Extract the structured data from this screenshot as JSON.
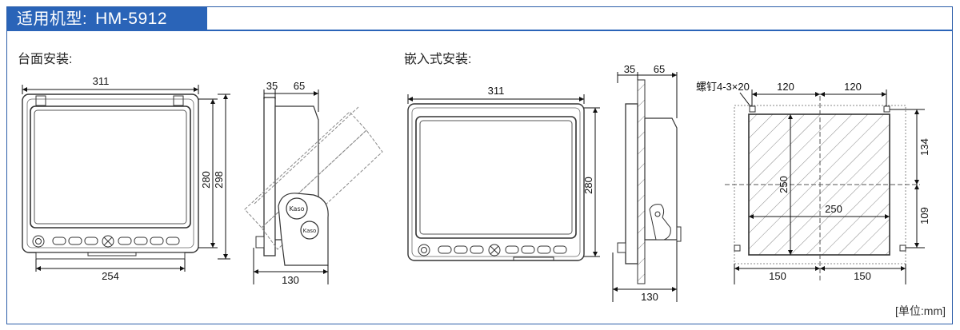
{
  "header": {
    "prefix": "适用机型:",
    "model": "HM-5912"
  },
  "sections": {
    "desk": "台面安装:",
    "flush": "嵌入式安装:"
  },
  "unit_label": "[单位:mm]",
  "brand_text": "Kaso",
  "dims": {
    "desk_front_width": "311",
    "desk_front_base": "254",
    "desk_front_h1": "280",
    "desk_front_h2": "298",
    "desk_side_a": "35",
    "desk_side_b": "65",
    "desk_side_depth": "130",
    "flush_front_width": "311",
    "flush_front_h": "280",
    "flush_side_a": "35",
    "flush_side_b": "65",
    "flush_side_depth": "130",
    "cut_top_l": "120",
    "cut_top_r": "120",
    "cut_bot_l": "150",
    "cut_bot_r": "150",
    "cut_right_top": "134",
    "cut_right_bot": "109",
    "cut_inner_v": "250",
    "cut_inner_h": "250",
    "screw": "螺钉4-3×20"
  }
}
